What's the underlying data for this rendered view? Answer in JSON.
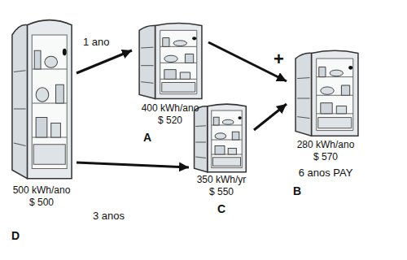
{
  "diagram": {
    "nodes": [
      {
        "text": [
          "500 kWh/ano",
          "$ 500",
          "D"
        ]
      },
      {
        "text": [
          "400 kWh/ano",
          "$ 520",
          "A"
        ]
      },
      {
        "text": [
          "350 kWh/yr",
          "$ 550",
          "C"
        ]
      },
      {
        "text": [
          "280 kWh/ano",
          "$ 570",
          "6 anos PAY",
          "B"
        ]
      }
    ],
    "edges": [
      {
        "from": 0,
        "to": 1,
        "label": "1 ano",
        "arrow": "to"
      },
      {
        "from": 0,
        "to": 2,
        "label": "3 anos",
        "arrow": "to"
      },
      {
        "from": 1,
        "to": 3,
        "arrow": "to"
      },
      {
        "from": 2,
        "to": 3,
        "arrow": "to"
      }
    ],
    "labels": [
      "+"
    ]
  }
}
